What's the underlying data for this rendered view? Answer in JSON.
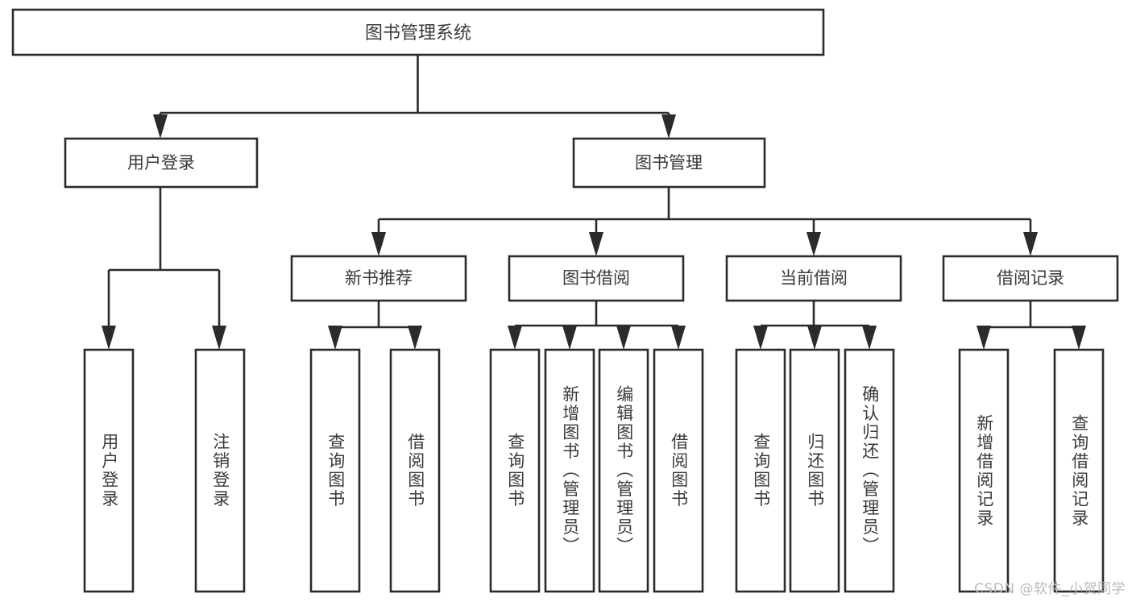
{
  "diagram": {
    "type": "hierarchy-tree",
    "root": {
      "id": "root",
      "label": "图书管理系统",
      "orientation": "horizontal"
    },
    "level2": [
      {
        "id": "user-login",
        "label": "用户登录",
        "orientation": "horizontal"
      },
      {
        "id": "book-manage",
        "label": "图书管理",
        "orientation": "horizontal"
      }
    ],
    "level3": [
      {
        "id": "new-book-recommend",
        "label": "新书推荐",
        "orientation": "horizontal",
        "parent": "book-manage"
      },
      {
        "id": "book-borrow",
        "label": "图书借阅",
        "orientation": "horizontal",
        "parent": "book-manage"
      },
      {
        "id": "current-borrow",
        "label": "当前借阅",
        "orientation": "horizontal",
        "parent": "book-manage"
      },
      {
        "id": "borrow-record",
        "label": "借阅记录",
        "orientation": "horizontal",
        "parent": "book-manage"
      }
    ],
    "leaves": [
      {
        "id": "leaf-user-login",
        "label": "用户登录",
        "orientation": "vertical",
        "parent": "user-login"
      },
      {
        "id": "leaf-logout",
        "label": "注销登录",
        "orientation": "vertical",
        "parent": "user-login"
      },
      {
        "id": "leaf-query-book-1",
        "label": "查询图书",
        "orientation": "vertical",
        "parent": "new-book-recommend"
      },
      {
        "id": "leaf-borrow-book-1",
        "label": "借阅图书",
        "orientation": "vertical",
        "parent": "new-book-recommend"
      },
      {
        "id": "leaf-query-book-2",
        "label": "查询图书",
        "orientation": "vertical",
        "parent": "book-borrow"
      },
      {
        "id": "leaf-add-book",
        "label": "新增图书（管理员）",
        "orientation": "vertical",
        "parent": "book-borrow"
      },
      {
        "id": "leaf-edit-book",
        "label": "编辑图书（管理员）",
        "orientation": "vertical",
        "parent": "book-borrow"
      },
      {
        "id": "leaf-borrow-book-2",
        "label": "借阅图书",
        "orientation": "vertical",
        "parent": "book-borrow"
      },
      {
        "id": "leaf-query-book-3",
        "label": "查询图书",
        "orientation": "vertical",
        "parent": "current-borrow"
      },
      {
        "id": "leaf-return-book",
        "label": "归还图书",
        "orientation": "vertical",
        "parent": "current-borrow"
      },
      {
        "id": "leaf-confirm-return",
        "label": "确认归还（管理员）",
        "orientation": "vertical",
        "parent": "current-borrow"
      },
      {
        "id": "leaf-add-record",
        "label": "新增借阅记录",
        "orientation": "vertical",
        "parent": "borrow-record"
      },
      {
        "id": "leaf-query-record",
        "label": "查询借阅记录",
        "orientation": "vertical",
        "parent": "borrow-record"
      }
    ],
    "colors": {
      "stroke": "#2b2b2b",
      "box_fill": "#ffffff",
      "text": "#3a3a3a",
      "background": "#ffffff",
      "watermark": "#b9b9b9"
    }
  },
  "watermark": {
    "text": "CSDN @软件_小贺同学"
  }
}
